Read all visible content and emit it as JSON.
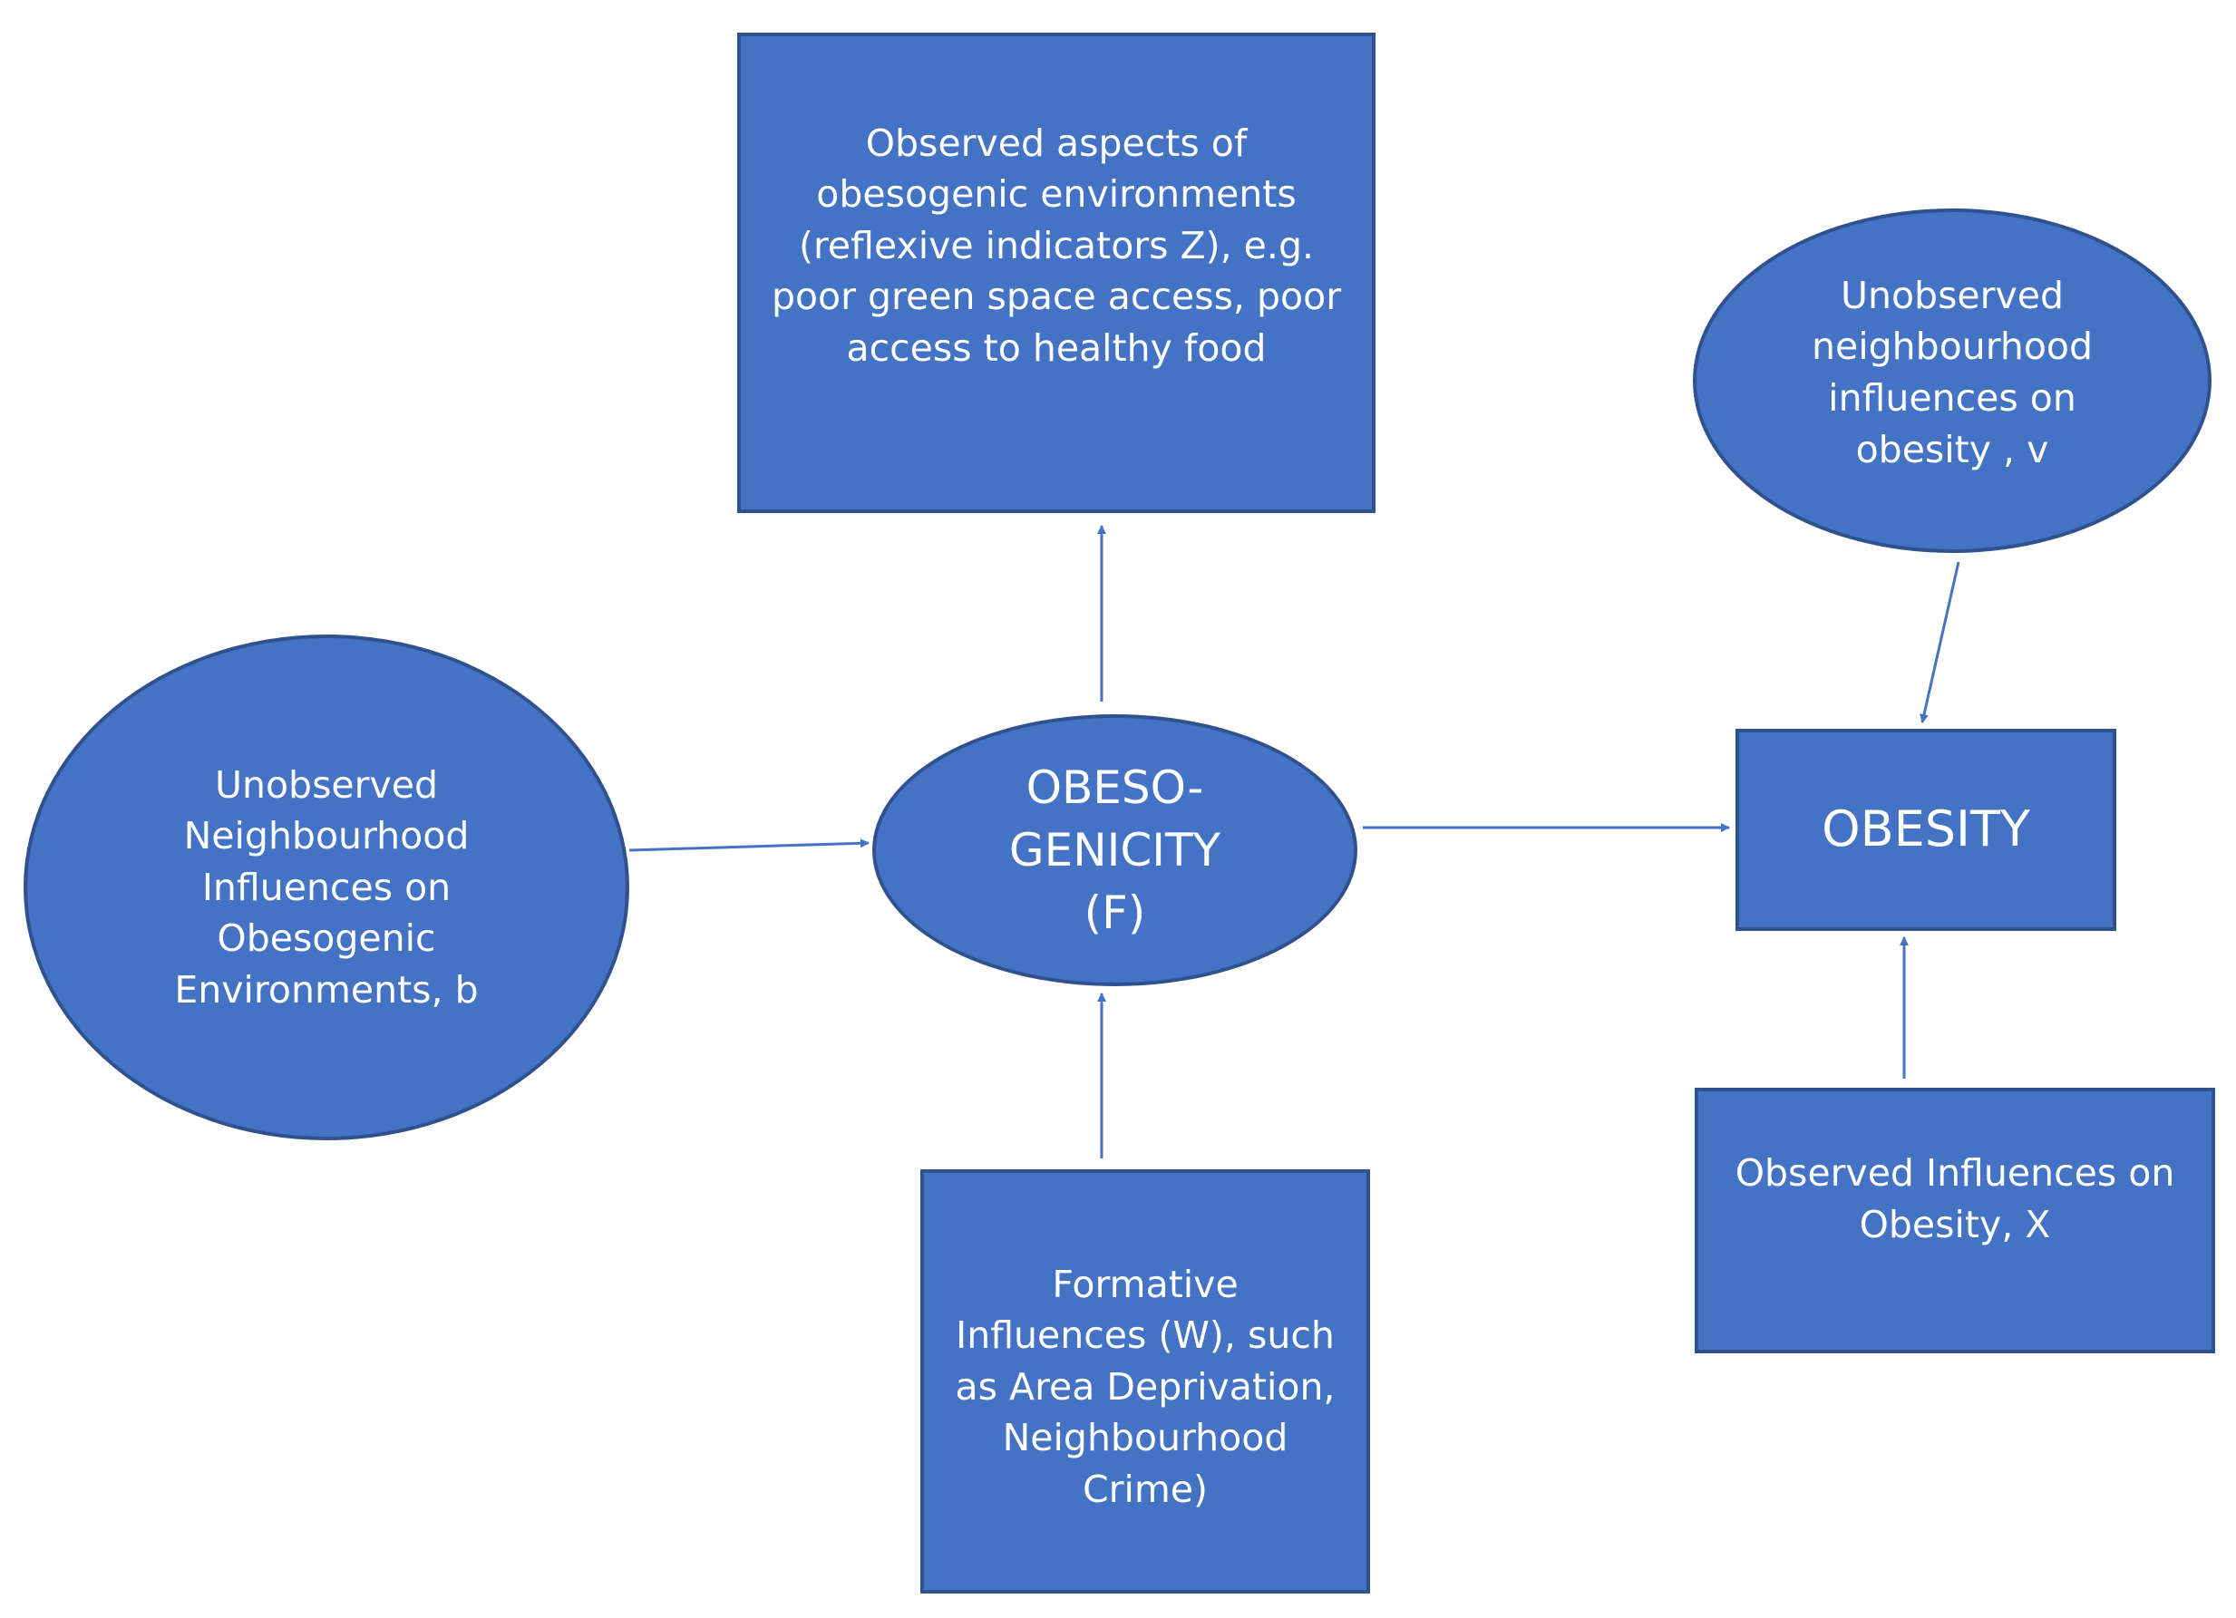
{
  "colors": {
    "node_fill": "#4472c4",
    "node_border": "#2f528f",
    "node_text": "#ffffff",
    "edge": "#4472c4",
    "background": "#ffffff"
  },
  "nodes": {
    "observed_aspects": "Observed aspects of\nobesogenic environments\n(reflexive indicators Z), e.g.\npoor green space access, poor\naccess to healthy food",
    "unobserved_nbhd_obesity": "Unobserved\nneighbourhood\ninfluences on\nobesity , v",
    "unobserved_obesogenic": "Unobserved\nNeighbourhood\nInfluences on\nObesogenic\nEnvironments, b",
    "obesogenicity": "OBESO-\nGENICITY\n(F)",
    "obesity": "OBESITY",
    "observed_obesity": "Observed Influences on\nObesity, X",
    "formative": "Formative\nInfluences (W), such\nas Area Deprivation,\nNeighbourhood\nCrime)"
  },
  "edges": [
    {
      "from": "obesogenicity",
      "to": "observed_aspects"
    },
    {
      "from": "unobserved_obesogenic",
      "to": "obesogenicity"
    },
    {
      "from": "formative",
      "to": "obesogenicity"
    },
    {
      "from": "obesogenicity",
      "to": "obesity"
    },
    {
      "from": "unobserved_nbhd_obesity",
      "to": "obesity"
    },
    {
      "from": "observed_obesity",
      "to": "obesity"
    }
  ]
}
